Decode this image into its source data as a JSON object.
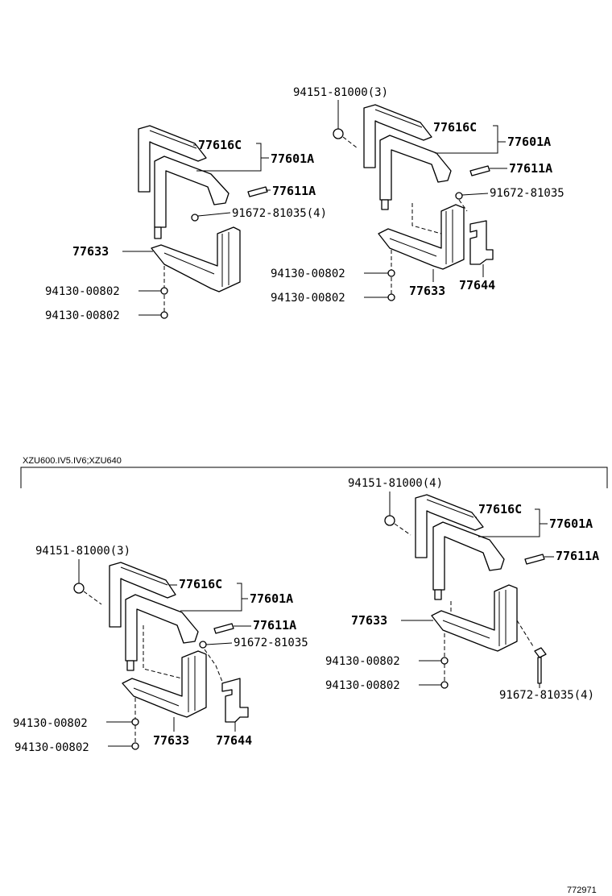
{
  "variant_caption": "XZU600.IV5.IV6;XZU640",
  "figure_number": "772971",
  "groups": [
    {
      "name": "top-left",
      "labels": {
        "strap_cover": "77616C",
        "band_assy": "77601A",
        "bolt": "77611A",
        "bolt_washer": "91672-81035(4)",
        "bracket": "77633",
        "nut_1": "94130-00802",
        "nut_2": "94130-00802"
      }
    },
    {
      "name": "top-right",
      "labels": {
        "cap_nut": "94151-81000(3)",
        "strap_cover": "77616C",
        "band_assy": "77601A",
        "bolt": "77611A",
        "bolt_washer": "91672-81035",
        "nut_1": "94130-00802",
        "nut_2": "94130-00802",
        "bracket": "77633",
        "plate": "77644"
      }
    },
    {
      "name": "bottom-left",
      "labels": {
        "cap_nut": "94151-81000(3)",
        "strap_cover": "77616C",
        "band_assy": "77601A",
        "bolt": "77611A",
        "bolt_washer": "91672-81035",
        "nut_1": "94130-00802",
        "nut_2": "94130-00802",
        "bracket": "77633",
        "plate": "77644"
      }
    },
    {
      "name": "bottom-right",
      "labels": {
        "cap_nut": "94151-81000(4)",
        "strap_cover": "77616C",
        "band_assy": "77601A",
        "bolt": "77611A",
        "bracket": "77633",
        "nut_1": "94130-00802",
        "nut_2": "94130-00802",
        "bolt_washer": "91672-81035(4)"
      }
    }
  ]
}
